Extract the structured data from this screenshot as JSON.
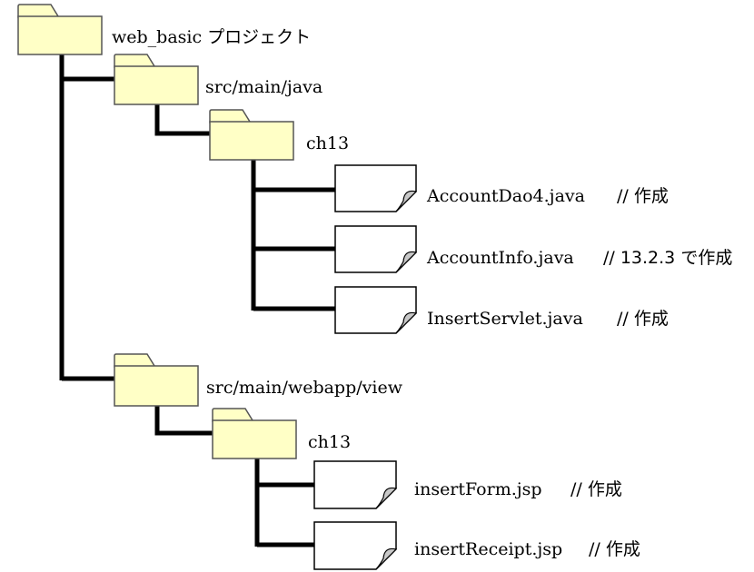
{
  "colors": {
    "folder_fill": "#FFFFC6",
    "folder_stroke": "#555555",
    "file_fill": "#FFFFFF",
    "file_curl_fill": "#C8C8C8",
    "line": "#000000"
  },
  "tree": {
    "root": {
      "icon": "folder-icon",
      "label": "web_basic プロジェクト"
    },
    "java_src": {
      "icon": "folder-icon",
      "label": "src/main/java",
      "package": {
        "icon": "folder-icon",
        "label": "ch13",
        "files": [
          {
            "icon": "file-icon",
            "name": "AccountDao4.java",
            "note": "// 作成"
          },
          {
            "icon": "file-icon",
            "name": "AccountInfo.java",
            "note": "// 13.2.3 で作成"
          },
          {
            "icon": "file-icon",
            "name": "InsertServlet.java",
            "note": "// 作成"
          }
        ]
      }
    },
    "view_src": {
      "icon": "folder-icon",
      "label": "src/main/webapp/view",
      "package": {
        "icon": "folder-icon",
        "label": "ch13",
        "files": [
          {
            "icon": "file-icon",
            "name": "insertForm.jsp",
            "note": "// 作成"
          },
          {
            "icon": "file-icon",
            "name": "insertReceipt.jsp",
            "note": "// 作成"
          }
        ]
      }
    }
  }
}
